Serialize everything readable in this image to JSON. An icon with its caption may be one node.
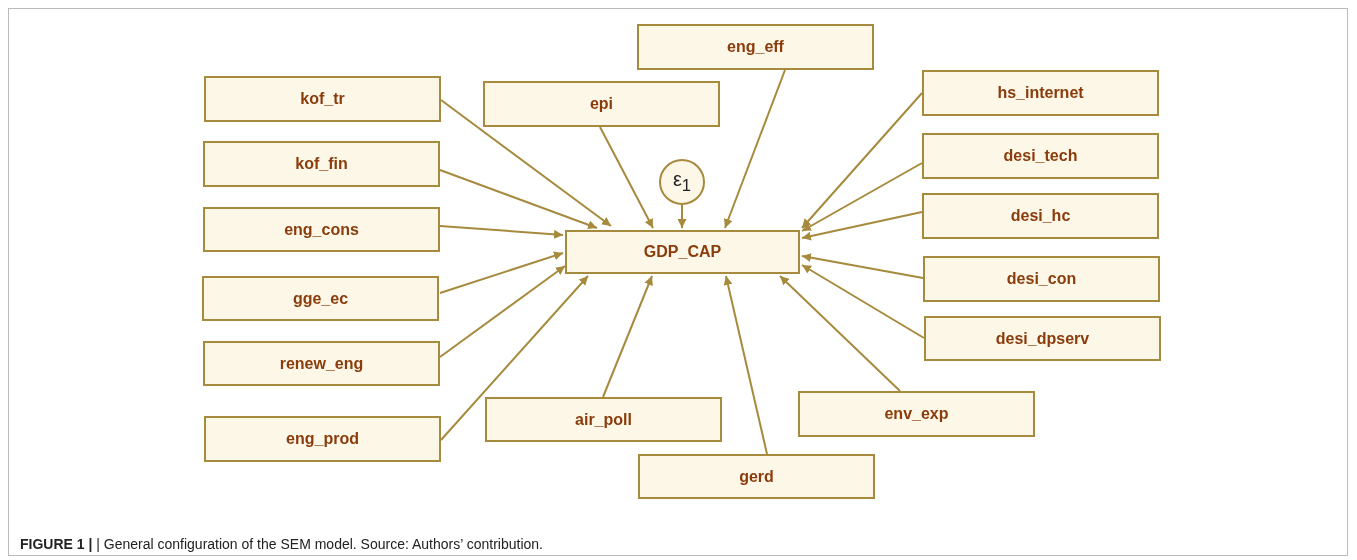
{
  "diagram": {
    "caption": "**FIGURE 1 |** | General configuration of the SEM model. Source: Authors’ contribution.",
    "nodes": [
      {
        "text": [
          "GDP_CAP"
        ]
      },
      {
        "text": [
          "ε$_{1}$"
        ]
      },
      {
        "text": [
          "kof_tr"
        ]
      },
      {
        "text": [
          "kof_fin"
        ]
      },
      {
        "text": [
          "eng_cons"
        ]
      },
      {
        "text": [
          "gge_ec"
        ]
      },
      {
        "text": [
          "renew_eng"
        ]
      },
      {
        "text": [
          "eng_prod"
        ]
      },
      {
        "text": [
          "epi"
        ]
      },
      {
        "text": [
          "eng_eff"
        ]
      },
      {
        "text": [
          "air_poll"
        ]
      },
      {
        "text": [
          "gerd"
        ]
      },
      {
        "text": [
          "hs_internet"
        ]
      },
      {
        "text": [
          "desi_tech"
        ]
      },
      {
        "text": [
          "desi_hc"
        ]
      },
      {
        "text": [
          "desi_con"
        ]
      },
      {
        "text": [
          "desi_dpserv"
        ]
      },
      {
        "text": [
          "env_exp"
        ]
      }
    ],
    "edges": [
      {
        "from": 1,
        "to": 0,
        "arrow": "to"
      },
      {
        "from": 2,
        "to": 0,
        "arrow": "to"
      },
      {
        "from": 3,
        "to": 0,
        "arrow": "to"
      },
      {
        "from": 4,
        "to": 0,
        "arrow": "to"
      },
      {
        "from": 5,
        "to": 0,
        "arrow": "to"
      },
      {
        "from": 6,
        "to": 0,
        "arrow": "to"
      },
      {
        "from": 7,
        "to": 0,
        "arrow": "to"
      },
      {
        "from": 8,
        "to": 0,
        "arrow": "to"
      },
      {
        "from": 9,
        "to": 0,
        "arrow": "to"
      },
      {
        "from": 10,
        "to": 0,
        "arrow": "to"
      },
      {
        "from": 11,
        "to": 0,
        "arrow": "to"
      },
      {
        "from": 12,
        "to": 0,
        "arrow": "to"
      },
      {
        "from": 13,
        "to": 0,
        "arrow": "to"
      },
      {
        "from": 14,
        "to": 0,
        "arrow": "to"
      },
      {
        "from": 15,
        "to": 0,
        "arrow": "to"
      },
      {
        "from": 16,
        "to": 0,
        "arrow": "to"
      },
      {
        "from": 17,
        "to": 0,
        "arrow": "to"
      }
    ]
  }
}
